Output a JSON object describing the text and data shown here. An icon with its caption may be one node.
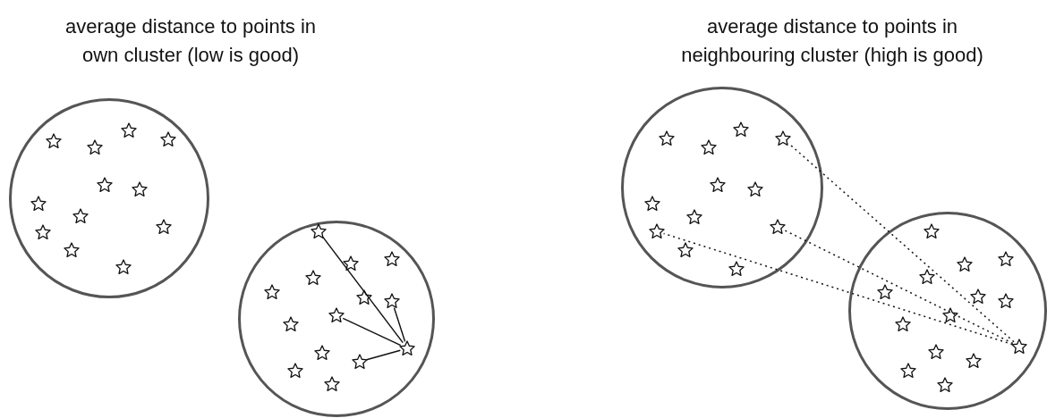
{
  "diagram": {
    "nodes": [
      {
        "text": [],
        "shape": "circle"
      },
      {
        "text": [],
        "shape": "star",
        "in": 0
      },
      {
        "text": [],
        "shape": "star",
        "in": 0
      },
      {
        "text": [],
        "shape": "star",
        "in": 0
      },
      {
        "text": [],
        "shape": "star",
        "in": 0
      },
      {
        "text": [],
        "shape": "star",
        "in": 0
      },
      {
        "text": [],
        "shape": "star",
        "in": 0
      },
      {
        "text": [],
        "shape": "star",
        "in": 0
      },
      {
        "text": [],
        "shape": "star",
        "in": 0
      },
      {
        "text": [],
        "shape": "star",
        "in": 0
      },
      {
        "text": [],
        "shape": "star",
        "in": 0
      },
      {
        "text": [],
        "shape": "star",
        "in": 0
      },
      {
        "text": [],
        "shape": "star",
        "in": 0
      },
      {
        "text": [],
        "shape": "circle"
      },
      {
        "text": [],
        "shape": "star",
        "in": 13
      },
      {
        "text": [],
        "shape": "star",
        "in": 13
      },
      {
        "text": [],
        "shape": "star",
        "in": 13
      },
      {
        "text": [],
        "shape": "star",
        "in": 13
      },
      {
        "text": [],
        "shape": "star",
        "in": 13
      },
      {
        "text": [],
        "shape": "star",
        "in": 13
      },
      {
        "text": [],
        "shape": "star",
        "in": 13
      },
      {
        "text": [],
        "shape": "star",
        "in": 13
      },
      {
        "text": [],
        "shape": "star",
        "in": 13
      },
      {
        "text": [],
        "shape": "star",
        "in": 13
      },
      {
        "text": [],
        "shape": "star",
        "in": 13
      },
      {
        "text": [],
        "shape": "star",
        "in": 13
      },
      {
        "text": [],
        "shape": "star",
        "in": 13
      },
      {
        "text": [],
        "shape": "star",
        "in": 13
      },
      {
        "text": [],
        "shape": "circle"
      },
      {
        "text": [],
        "shape": "star",
        "in": 28
      },
      {
        "text": [],
        "shape": "star",
        "in": 28
      },
      {
        "text": [],
        "shape": "star",
        "in": 28
      },
      {
        "text": [],
        "shape": "star",
        "in": 28
      },
      {
        "text": [],
        "shape": "star",
        "in": 28
      },
      {
        "text": [],
        "shape": "star",
        "in": 28
      },
      {
        "text": [],
        "shape": "star",
        "in": 28
      },
      {
        "text": [],
        "shape": "star",
        "in": 28
      },
      {
        "text": [],
        "shape": "star",
        "in": 28
      },
      {
        "text": [],
        "shape": "star",
        "in": 28
      },
      {
        "text": [],
        "shape": "star",
        "in": 28
      },
      {
        "text": [],
        "shape": "star",
        "in": 28
      },
      {
        "text": [],
        "shape": "circle"
      },
      {
        "text": [],
        "shape": "star",
        "in": 41
      },
      {
        "text": [],
        "shape": "star",
        "in": 41
      },
      {
        "text": [],
        "shape": "star",
        "in": 41
      },
      {
        "text": [],
        "shape": "star",
        "in": 41
      },
      {
        "text": [],
        "shape": "star",
        "in": 41
      },
      {
        "text": [],
        "shape": "star",
        "in": 41
      },
      {
        "text": [],
        "shape": "star",
        "in": 41
      },
      {
        "text": [],
        "shape": "star",
        "in": 41
      },
      {
        "text": [],
        "shape": "star",
        "in": 41
      },
      {
        "text": [],
        "shape": "star",
        "in": 41
      },
      {
        "text": [],
        "shape": "star",
        "in": 41
      },
      {
        "text": [],
        "shape": "star",
        "in": 41
      },
      {
        "text": [],
        "shape": "star",
        "in": 41
      },
      {
        "text": [],
        "shape": "star",
        "in": 41
      }
    ],
    "edges": [
      {
        "from": 23,
        "to": 14,
        "arrow": "none"
      },
      {
        "from": 23,
        "to": 20,
        "arrow": "none"
      },
      {
        "from": 23,
        "to": 21,
        "arrow": "none"
      },
      {
        "from": 23,
        "to": 25,
        "arrow": "none"
      },
      {
        "from": 51,
        "to": 31,
        "arrow": "none",
        "style": "dashed"
      },
      {
        "from": 51,
        "to": 37,
        "arrow": "none",
        "style": "dashed"
      },
      {
        "from": 51,
        "to": 38,
        "arrow": "none",
        "style": "dashed"
      }
    ],
    "labels": [
      "average distance to points in own cluster (low is good)",
      "average distance to points in neighbouring cluster (high is good)"
    ]
  }
}
